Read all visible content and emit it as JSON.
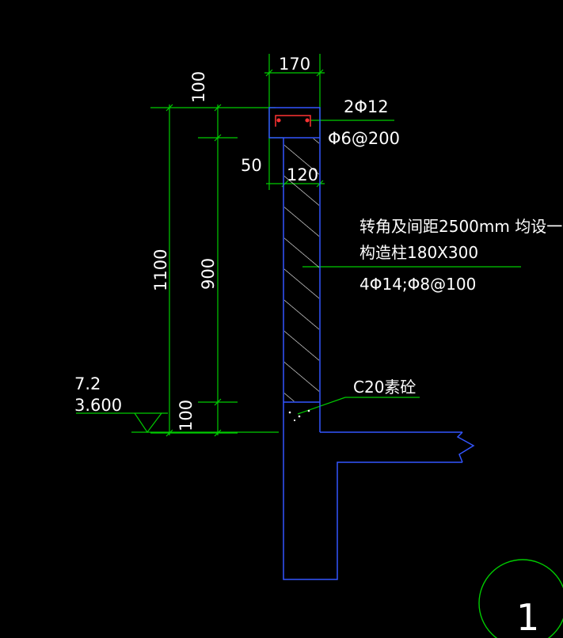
{
  "colors": {
    "background": "#000000",
    "wall_outline": "#3355ff",
    "dimension_lines": "#00cc00",
    "text": "#ffffff",
    "rebar": "#ff3333",
    "hatch": "#ffffff"
  },
  "dimensions": {
    "top_width": "170",
    "cap_height": "100",
    "gap_50": "50",
    "wall_width": "120",
    "total_height": "1100",
    "wall_height": "900",
    "base_height": "100"
  },
  "rebar": {
    "top_bars": "2Φ12",
    "stirrups": "Φ6@200"
  },
  "notes": {
    "column_line1": "转角及间距2500mm 均设一",
    "column_line2": "构造柱180X300",
    "column_line3": "4Φ14;Φ8@100",
    "concrete": "C20素砼"
  },
  "elevation": {
    "upper": "7.2",
    "lower": "3.600"
  },
  "detail_mark": "1"
}
